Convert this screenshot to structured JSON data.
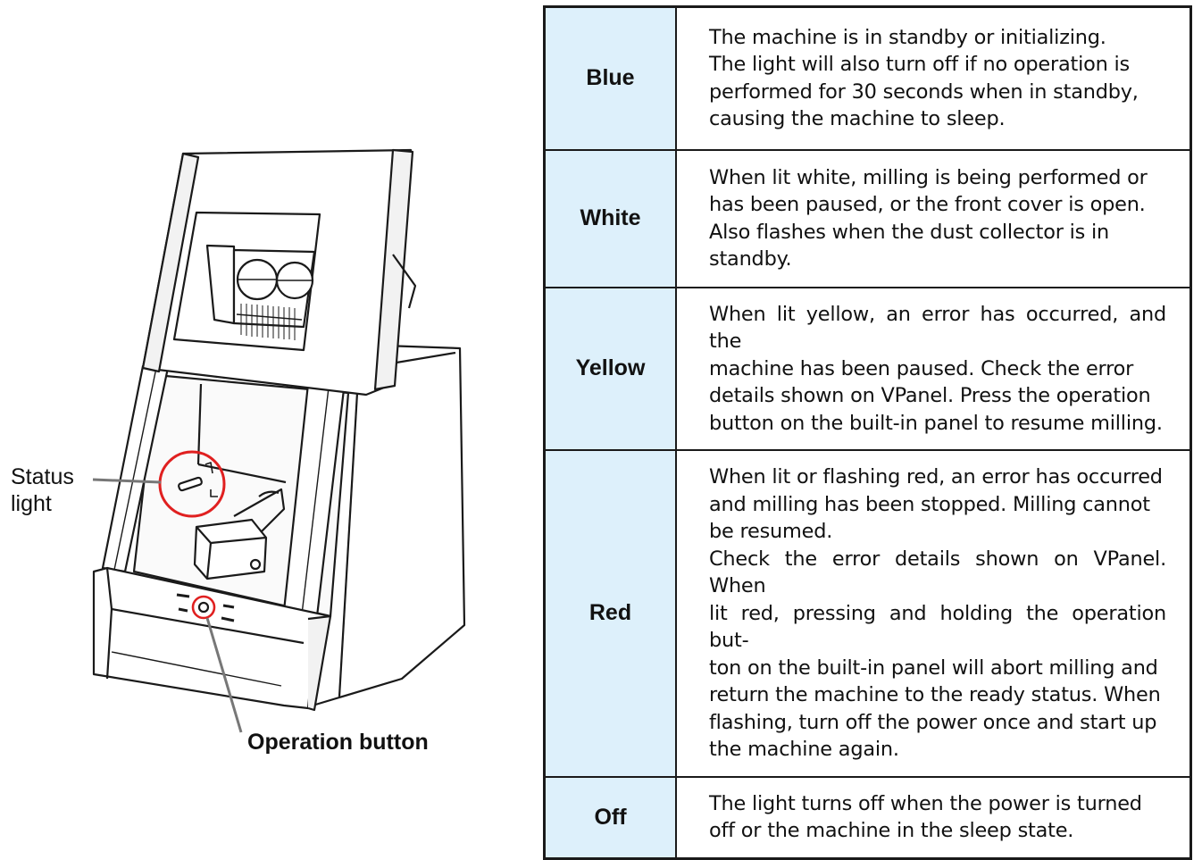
{
  "figure": {
    "status_light_label": [
      "Status",
      "light"
    ],
    "operation_button_label": "Operation button",
    "highlight_color": "#e02020"
  },
  "table": {
    "rows": [
      {
        "color": "Blue",
        "lines": [
          "The machine is in standby or initializing.",
          "The light will also turn off if no operation is",
          "performed for 30 seconds when in standby,",
          "causing the machine to sleep."
        ]
      },
      {
        "color": "White",
        "lines": [
          "When lit white, milling is being performed or",
          "has been paused, or the front cover is open.",
          "Also flashes when the dust collector is in",
          "standby."
        ]
      },
      {
        "color": "Yellow",
        "lines": [
          "When lit yellow, an error has occurred, and the",
          "machine has been paused. Check the error",
          "details shown on VPanel. Press the operation",
          "button on the built-in panel to resume milling."
        ]
      },
      {
        "color": "Red",
        "lines": [
          "When lit or flashing red, an error has occurred",
          "and milling has been stopped. Milling cannot",
          "be resumed.",
          "Check the error details shown on VPanel. When",
          "lit red, pressing and holding the operation but-",
          "ton on the built-in panel will abort milling and",
          "return the machine to the ready status. When",
          "flashing, turn off the power once and start up",
          "the machine again."
        ]
      },
      {
        "color": "Off",
        "lines": [
          "The light turns off when the power is turned",
          "off or the machine in the sleep state."
        ]
      }
    ],
    "header_bg": "#ddf0fb"
  }
}
